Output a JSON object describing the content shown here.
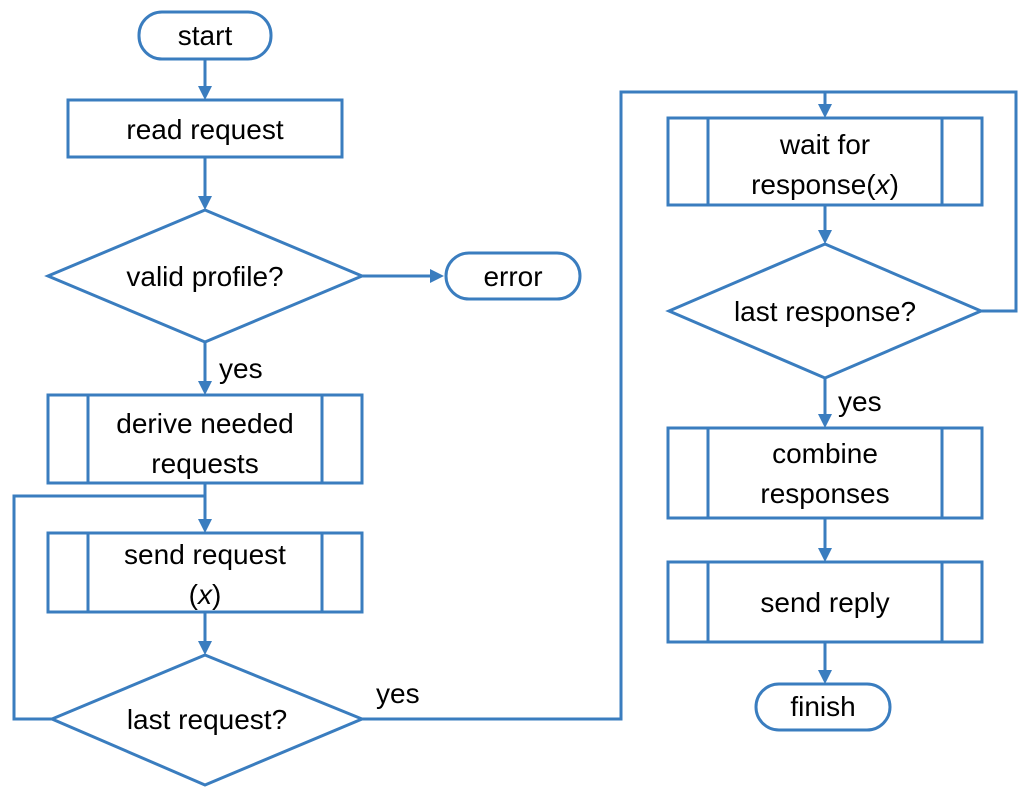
{
  "diagram": {
    "colors": {
      "stroke": "#3a7dbf",
      "fill": "#ffffff",
      "text": "#000000"
    },
    "nodes": {
      "start": "start",
      "read_request": "read request",
      "valid_profile": "valid profile?",
      "error": "error",
      "derive_line1": "derive needed",
      "derive_line2": "requests",
      "send_request_line1": "send request",
      "send_request_line2_open": "(",
      "send_request_line2_var": "x",
      "send_request_line2_close": ")",
      "last_request": "last request?",
      "wait_line1": "wait for",
      "wait_line2_prefix": "response(",
      "wait_line2_var": "x",
      "wait_line2_close": ")",
      "last_response": "last response?",
      "combine_line1": "combine",
      "combine_line2": "responses",
      "send_reply": "send reply",
      "finish": "finish"
    },
    "edge_labels": {
      "valid_yes": "yes",
      "last_request_yes": "yes",
      "last_response_yes": "yes"
    }
  }
}
